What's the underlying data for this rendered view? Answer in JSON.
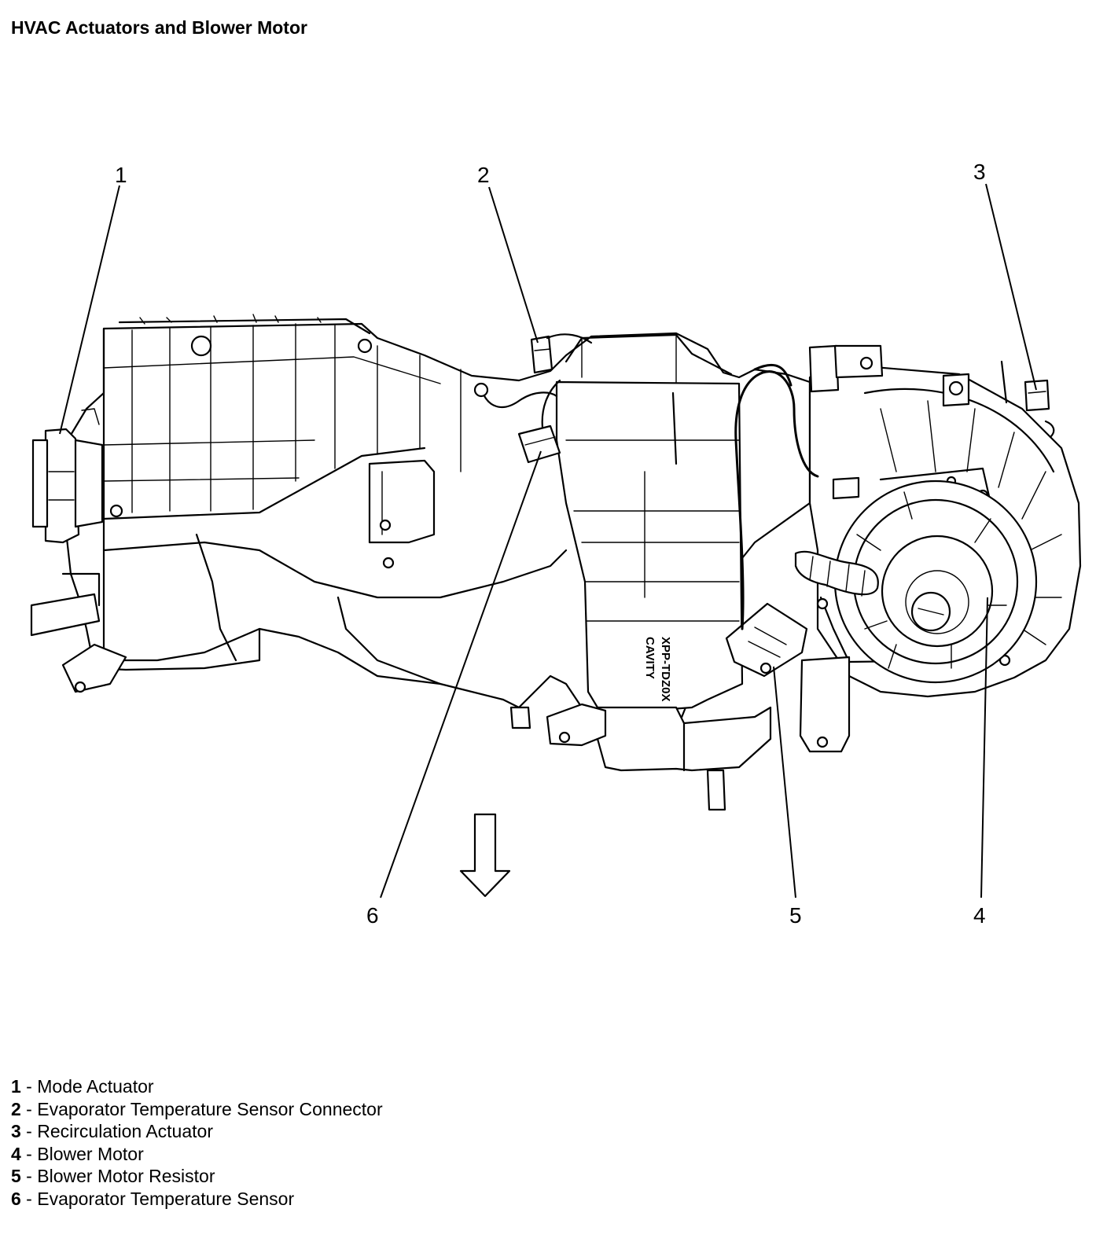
{
  "title": "HVAC Actuators and Blower Motor",
  "callouts": [
    "1",
    "2",
    "3",
    "4",
    "5",
    "6"
  ],
  "part_marking": {
    "line1": "XPP-TDZ0X",
    "line2": "CAVITY"
  },
  "legend": [
    {
      "num": "1",
      "sep": " - ",
      "label": "Mode Actuator"
    },
    {
      "num": "2",
      "sep": " - ",
      "label": "Evaporator Temperature Sensor Connector"
    },
    {
      "num": "3",
      "sep": " - ",
      "label": "Recirculation Actuator"
    },
    {
      "num": "4",
      "sep": " - ",
      "label": "Blower Motor"
    },
    {
      "num": "5",
      "sep": " - ",
      "label": "Blower Motor Resistor"
    },
    {
      "num": "6",
      "sep": " - ",
      "label": "Evaporator Temperature Sensor"
    }
  ],
  "icons": {
    "direction_arrow": "down-arrow-icon"
  }
}
